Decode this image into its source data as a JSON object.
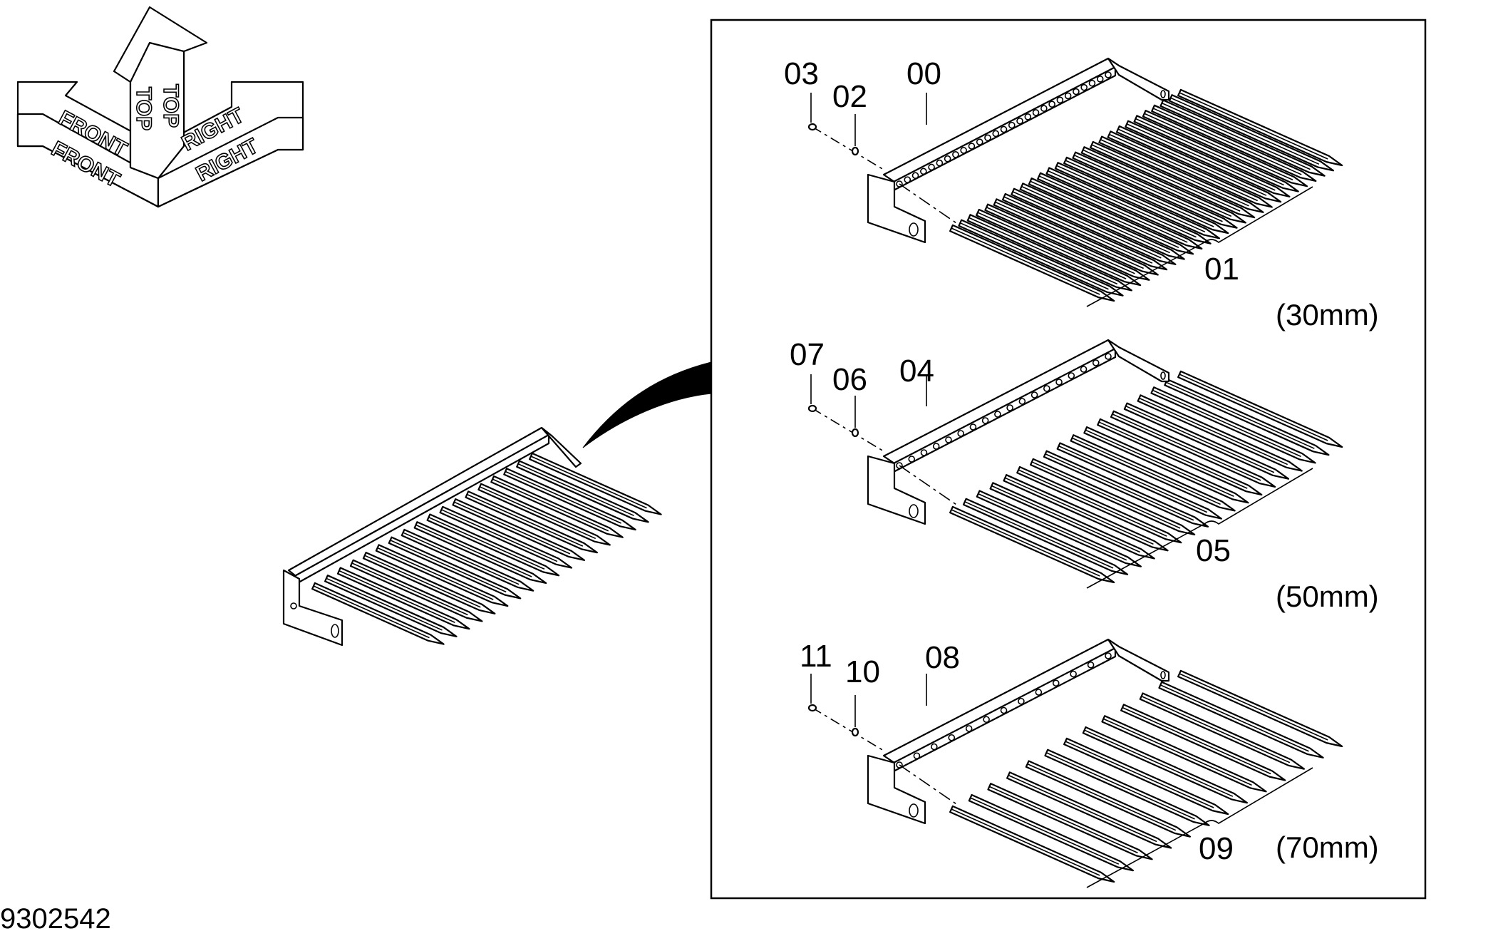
{
  "drawing_number": "9302542",
  "orientation_labels": {
    "front": "FRONT",
    "top": "TOP",
    "right": "RIGHT"
  },
  "assemblies": [
    {
      "bar_callout": "00",
      "tines_callout": "01",
      "washer_callout": "02",
      "bolt_callout": "03",
      "spacing": "(30mm)",
      "tine_count": 27
    },
    {
      "bar_callout": "04",
      "tines_callout": "05",
      "washer_callout": "06",
      "bolt_callout": "07",
      "spacing": "(50mm)",
      "tine_count": 18
    },
    {
      "bar_callout": "08",
      "tines_callout": "09",
      "washer_callout": "10",
      "bolt_callout": "11",
      "spacing": "(70mm)",
      "tine_count": 13
    }
  ],
  "overview_tine_count": 18
}
